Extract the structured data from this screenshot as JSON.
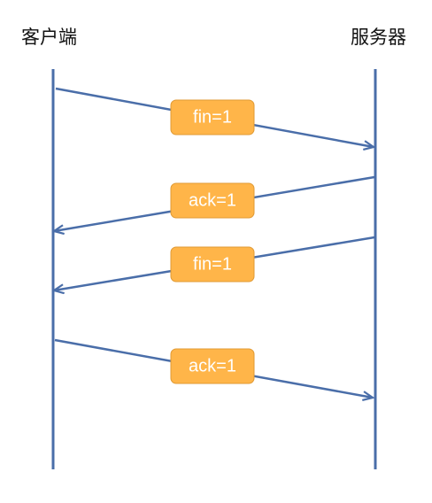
{
  "actors": {
    "client": "客户端",
    "server": "服务器"
  },
  "messages": [
    {
      "label": "fin=1",
      "from": "client",
      "to": "server"
    },
    {
      "label": "ack=1",
      "from": "server",
      "to": "client"
    },
    {
      "label": "fin=1",
      "from": "server",
      "to": "client"
    },
    {
      "label": "ack=1",
      "from": "client",
      "to": "server"
    }
  ],
  "colors": {
    "line": "#4a6ea9",
    "box_fill": "#ffb549",
    "box_stroke": "#e09a34",
    "box_text": "#ffffff"
  }
}
